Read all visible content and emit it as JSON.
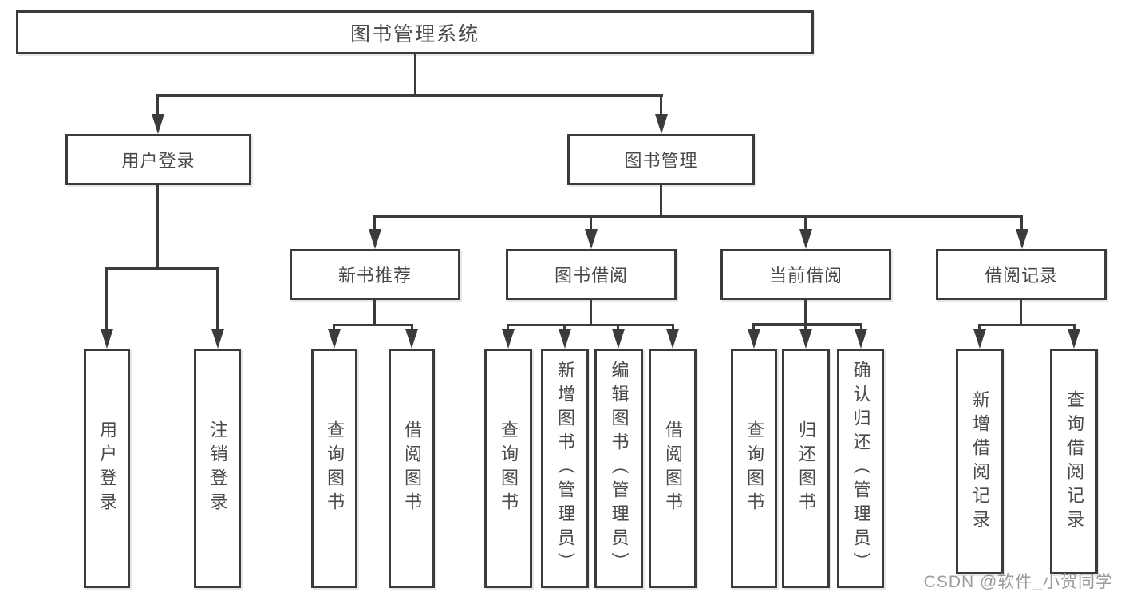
{
  "diagram": {
    "root": {
      "label": "图书管理系统"
    },
    "branches": [
      {
        "label": "用户登录",
        "children": [
          {
            "label": "用户登录"
          },
          {
            "label": "注销登录"
          }
        ]
      },
      {
        "label": "图书管理",
        "children": [
          {
            "label": "新书推荐",
            "children": [
              {
                "label": "查询图书"
              },
              {
                "label": "借阅图书"
              }
            ]
          },
          {
            "label": "图书借阅",
            "children": [
              {
                "label": "查询图书"
              },
              {
                "label": "新增图书（管理员）"
              },
              {
                "label": "编辑图书（管理员）"
              },
              {
                "label": "借阅图书"
              }
            ]
          },
          {
            "label": "当前借阅",
            "children": [
              {
                "label": "查询图书"
              },
              {
                "label": "归还图书"
              },
              {
                "label": "确认归还（管理员）"
              }
            ]
          },
          {
            "label": "借阅记录",
            "children": [
              {
                "label": "新增借阅记录"
              },
              {
                "label": "查询借阅记录"
              }
            ]
          }
        ]
      }
    ]
  },
  "watermark": {
    "text": "CSDN @软件_小贺同学"
  },
  "colors": {
    "line": "#3b3b3b",
    "text": "#4a4a4a",
    "watermark": "#9b9b9b",
    "background": "#ffffff"
  }
}
